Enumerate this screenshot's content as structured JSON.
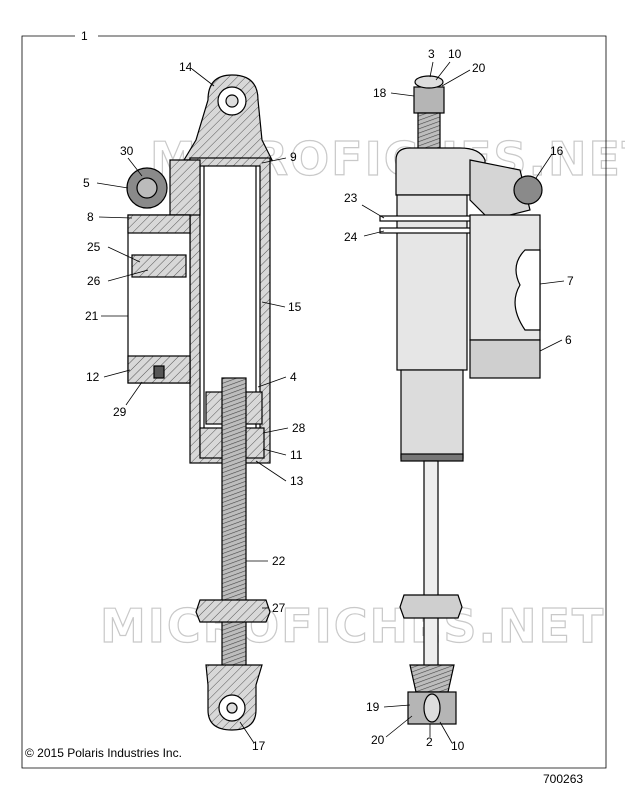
{
  "figure": {
    "frame_label": "1",
    "copyright": "© 2015 Polaris Industries Inc.",
    "figure_number": "700263",
    "watermark": "MICROFICHES.NET"
  },
  "callouts": [
    {
      "id": "c14",
      "text": "14"
    },
    {
      "id": "c30",
      "text": "30"
    },
    {
      "id": "c9",
      "text": "9"
    },
    {
      "id": "c5",
      "text": "5"
    },
    {
      "id": "c8",
      "text": "8"
    },
    {
      "id": "c25",
      "text": "25"
    },
    {
      "id": "c26",
      "text": "26"
    },
    {
      "id": "c21",
      "text": "21"
    },
    {
      "id": "c15",
      "text": "15"
    },
    {
      "id": "c12",
      "text": "12"
    },
    {
      "id": "c29",
      "text": "29"
    },
    {
      "id": "c4",
      "text": "4"
    },
    {
      "id": "c28",
      "text": "28"
    },
    {
      "id": "c11",
      "text": "11"
    },
    {
      "id": "c13",
      "text": "13"
    },
    {
      "id": "c22",
      "text": "22"
    },
    {
      "id": "c27",
      "text": "27"
    },
    {
      "id": "c17",
      "text": "17"
    },
    {
      "id": "c3",
      "text": "3"
    },
    {
      "id": "c10a",
      "text": "10"
    },
    {
      "id": "c20a",
      "text": "20"
    },
    {
      "id": "c18",
      "text": "18"
    },
    {
      "id": "c16",
      "text": "16"
    },
    {
      "id": "c23",
      "text": "23"
    },
    {
      "id": "c24",
      "text": "24"
    },
    {
      "id": "c7",
      "text": "7"
    },
    {
      "id": "c6",
      "text": "6"
    },
    {
      "id": "c19",
      "text": "19"
    },
    {
      "id": "c20b",
      "text": "20"
    },
    {
      "id": "c2",
      "text": "2"
    },
    {
      "id": "c10b",
      "text": "10"
    }
  ]
}
